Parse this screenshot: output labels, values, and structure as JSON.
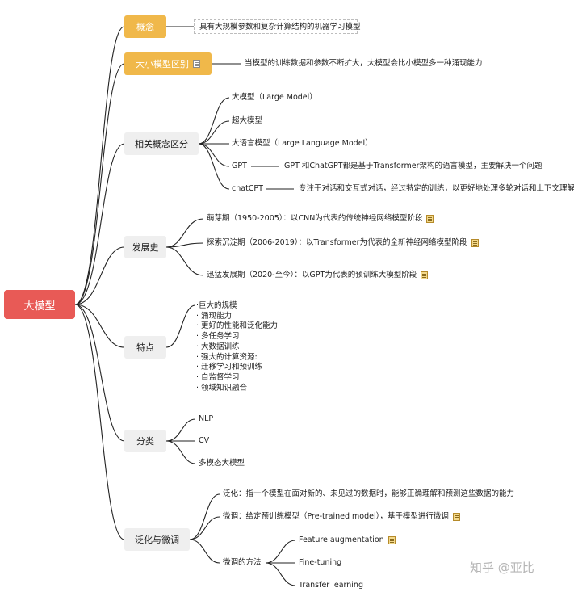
{
  "root": {
    "label": "大模型"
  },
  "concept": {
    "label": "概念",
    "desc": "具有大规模参数和复杂计算结构的机器学习模型"
  },
  "size_diff": {
    "label": "大小模型区别",
    "icon": "note-icon",
    "desc": "当模型的训练数据和参数不断扩大，大模型会比小模型多一种涌现能力"
  },
  "related": {
    "label": "相关概念区分",
    "items": [
      {
        "label": "大模型（Large Model）"
      },
      {
        "label": "超大模型"
      },
      {
        "label": "大语言模型（Large Language Model）"
      },
      {
        "label": "GPT",
        "desc": "GPT 和ChatGPT都是基于Transformer架构的语言模型，主要解决一个问题"
      },
      {
        "label": "chatCPT",
        "desc": "专注于对话和交互式对话，经过特定的训练，以更好地处理多轮对话和上下文理解。"
      }
    ]
  },
  "history": {
    "label": "发展史",
    "items": [
      {
        "label": "萌芽期（1950-2005）：以CNN为代表的传统神经网络模型阶段"
      },
      {
        "label": "探索沉淀期（2006-2019）：以Transformer为代表的全新神经网络模型阶段"
      },
      {
        "label": "迅猛发展期（2020-至今）：以GPT为代表的预训练大模型阶段"
      }
    ]
  },
  "features": {
    "label": "特点",
    "items": [
      "·巨大的规模",
      "· 涌现能力",
      "· 更好的性能和泛化能力",
      "· 多任务学习",
      "· 大数据训练",
      "· 强大的计算资源:",
      "· 迁移学习和预训练",
      "· 自监督学习",
      "· 领域知识融合"
    ]
  },
  "category": {
    "label": "分类",
    "items": [
      "NLP",
      "CV",
      "多模态大模型"
    ]
  },
  "generalize": {
    "label": "泛化与微调",
    "items": [
      {
        "label": "泛化：指一个模型在面对新的、未见过的数据时，能够正确理解和预测这些数据的能力"
      },
      {
        "label": "微调：给定预训练模型（Pre-trained model），基于模型进行微调"
      },
      {
        "label": "微调的方法",
        "children": [
          "Feature augmentation",
          "Fine-tuning",
          "Transfer learning"
        ]
      }
    ]
  },
  "watermark": "知乎 @亚比",
  "colors": {
    "root": "#e85a56",
    "orange": "#f0b84a",
    "node": "#efefef",
    "line": "#222222"
  }
}
